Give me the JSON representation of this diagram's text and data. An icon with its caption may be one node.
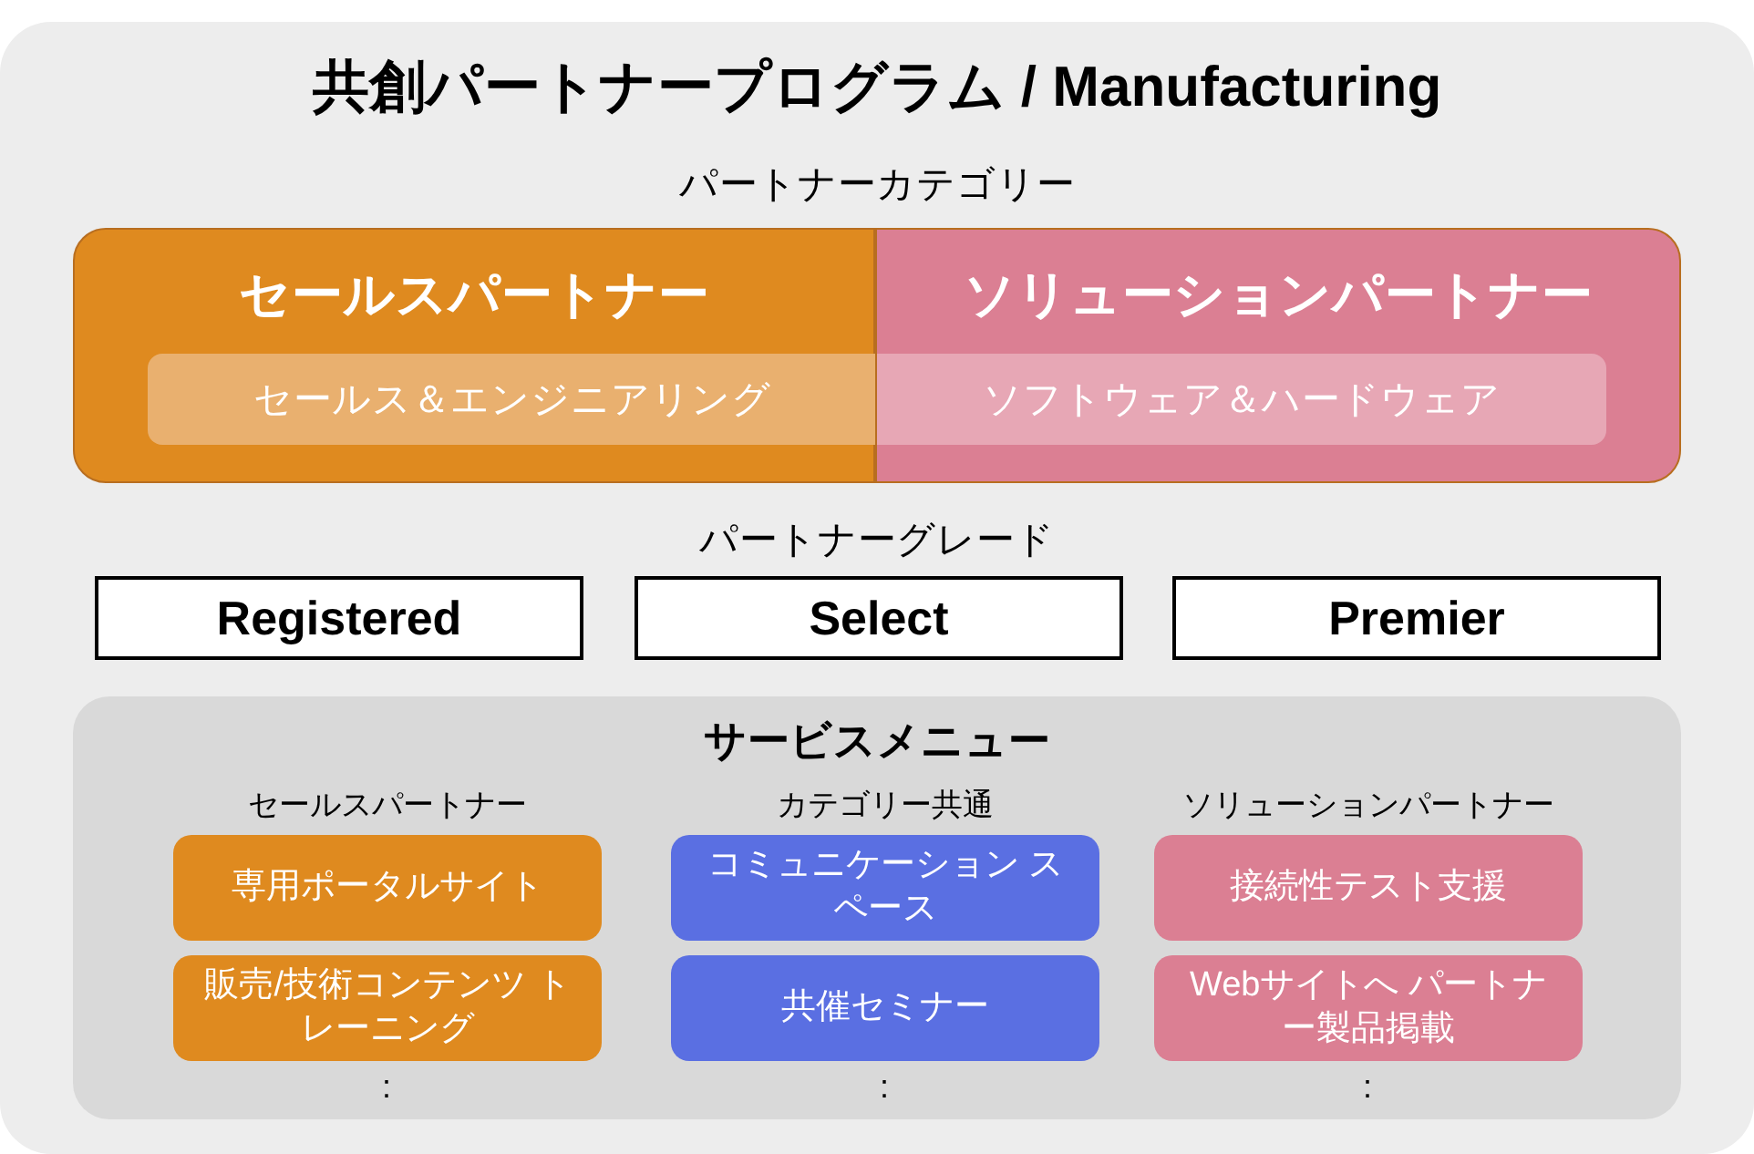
{
  "diagram": {
    "title": "共創パートナープログラム / Manufacturing",
    "nodes": [
      {
        "text": [
          "セールスパートナー"
        ]
      },
      {
        "text": [
          "セールス＆エンジニアリング"
        ],
        "in": 0
      },
      {
        "text": [
          "ソリューションパートナー"
        ]
      },
      {
        "text": [
          "ソフトウェア＆ハードウェア"
        ],
        "in": 2
      },
      {
        "text": [
          "Registered"
        ]
      },
      {
        "text": [
          "Select"
        ]
      },
      {
        "text": [
          "Premier"
        ]
      },
      {
        "text": [
          "サービスメニュー"
        ]
      },
      {
        "text": [
          "専用ポータルサイト"
        ],
        "in": 7
      },
      {
        "text": [
          "コミュニケーション スペース"
        ],
        "in": 7
      },
      {
        "text": [
          "接続性テスト支援"
        ],
        "in": 7
      },
      {
        "text": [
          "販売/技術コンテンツ トレーニング"
        ],
        "in": 7
      },
      {
        "text": [
          "共催セミナー"
        ],
        "in": 7
      },
      {
        "text": [
          "Webサイトへ パートナー製品掲載"
        ],
        "in": 7
      }
    ],
    "labels": [
      "パートナーカテゴリー",
      "パートナーグレード",
      "セールスパートナー",
      "カテゴリー共通",
      "ソリューションパートナー",
      ":",
      ":",
      ":"
    ]
  }
}
